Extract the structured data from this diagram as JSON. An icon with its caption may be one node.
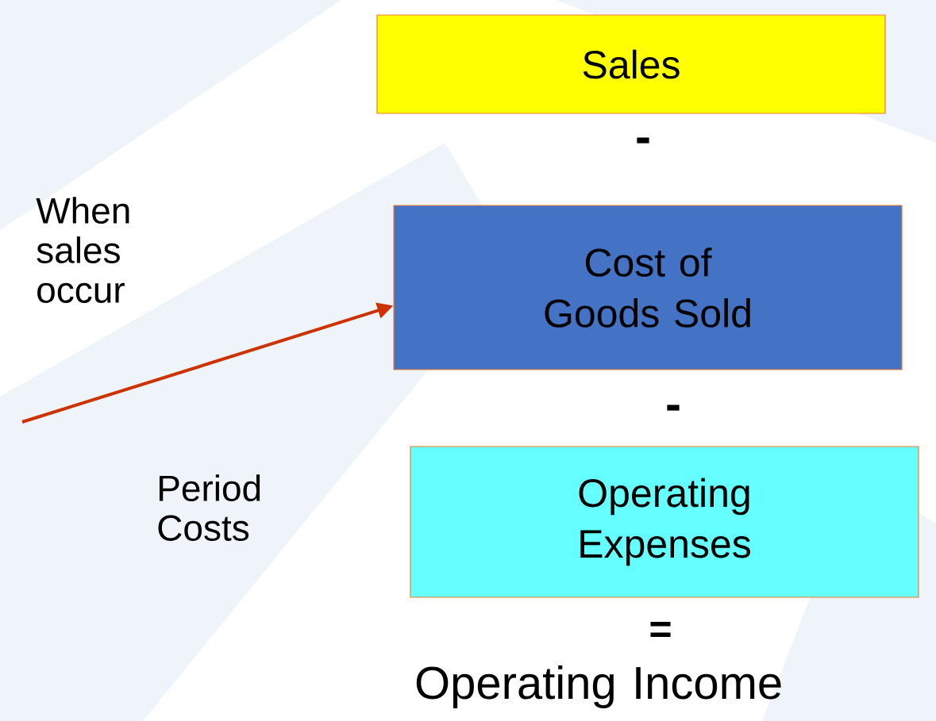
{
  "diagram": {
    "nodes": [
      {
        "text": [
          "Sales"
        ]
      },
      {
        "text": [
          "Cost of Goods Sold"
        ]
      },
      {
        "text": [
          "Operating Expenses"
        ]
      }
    ],
    "edges": [
      {
        "from": null,
        "to": 1,
        "arrow": "to",
        "color": "#cc3300"
      }
    ],
    "labels": [
      "-",
      "When sales occur",
      "-",
      "Period Costs",
      "=",
      "Operating Income"
    ]
  }
}
